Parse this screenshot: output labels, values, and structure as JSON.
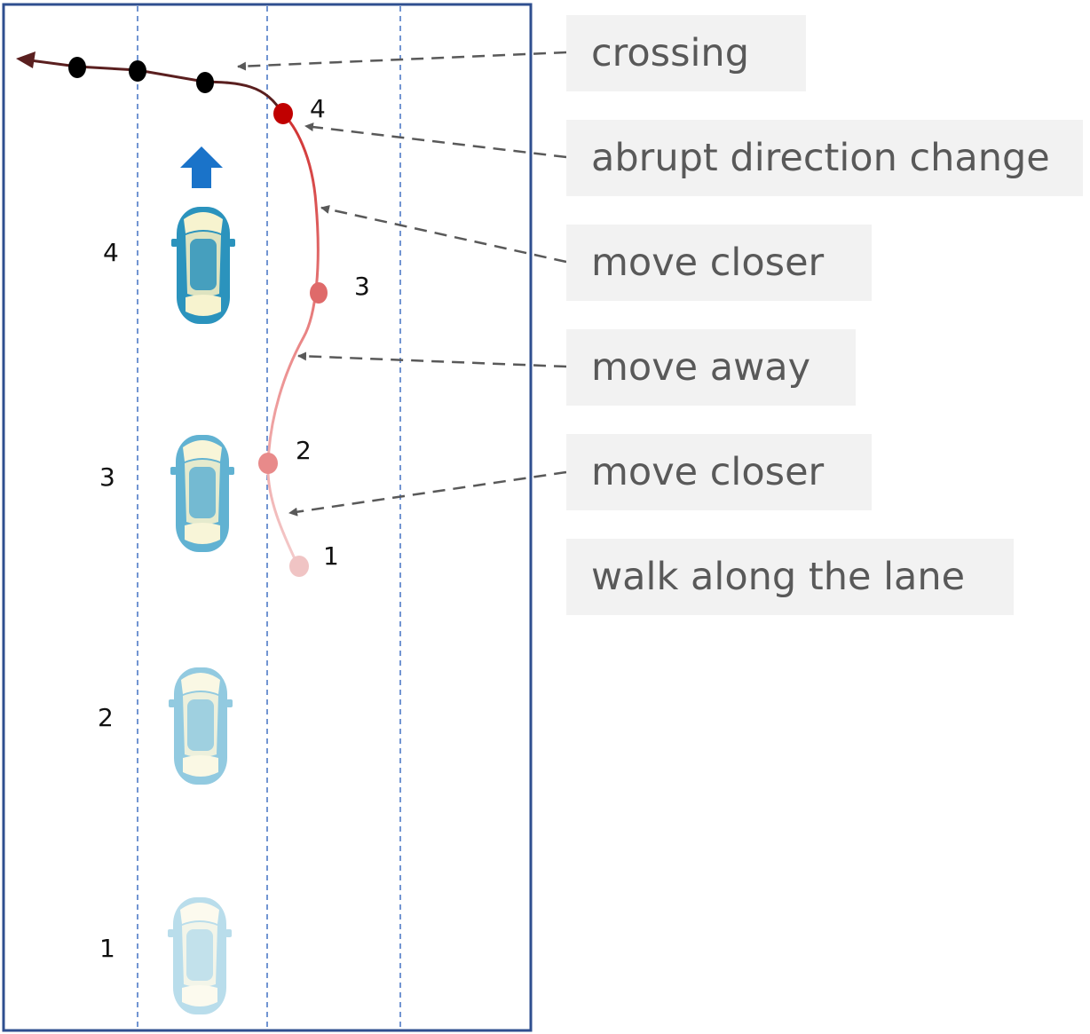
{
  "road": {
    "border_color": "#2f4f8f",
    "lane_line_color": "#4472c4"
  },
  "vehicle": {
    "color": "#3aa0c8",
    "direction_arrow_color": "#1a73c9",
    "frames": [
      {
        "label": "1",
        "opacity": 0.35
      },
      {
        "label": "2",
        "opacity": 0.55
      },
      {
        "label": "3",
        "opacity": 0.8
      },
      {
        "label": "4",
        "opacity": 1.0
      }
    ]
  },
  "pedestrian": {
    "points": [
      {
        "label": "1",
        "color": "#f0c4c4"
      },
      {
        "label": "2",
        "color": "#e88a8a"
      },
      {
        "label": "3",
        "color": "#df6a6a"
      },
      {
        "label": "4",
        "color": "#c00000"
      }
    ],
    "crossing_dot_color": "#000000",
    "trail_color": "#5a1f1f"
  },
  "annotations": [
    {
      "text": "crossing"
    },
    {
      "text": "abrupt direction change"
    },
    {
      "text": "move closer"
    },
    {
      "text": "move away"
    },
    {
      "text": "move closer"
    },
    {
      "text": "walk along the lane"
    }
  ],
  "arrow_color": "#595959"
}
